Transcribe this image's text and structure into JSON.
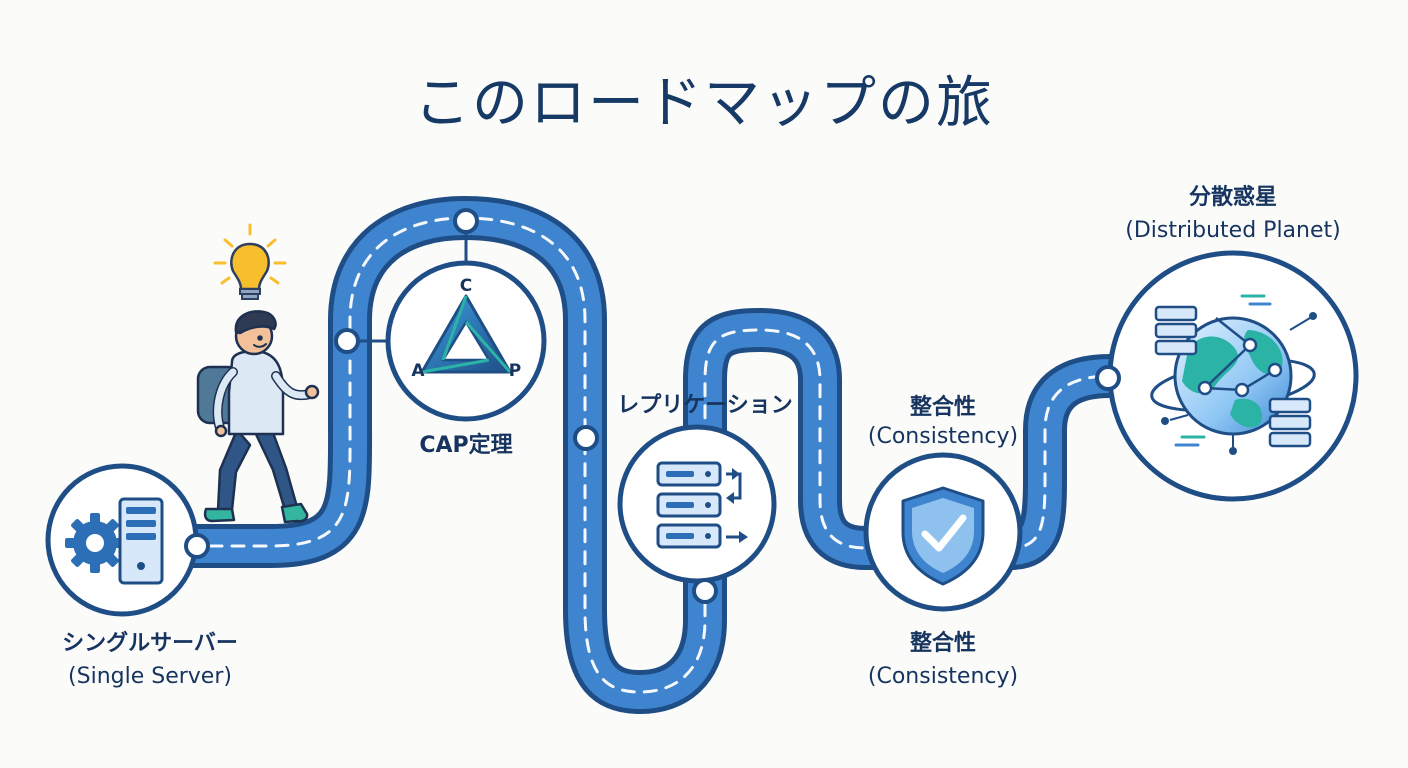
{
  "title": "このロードマップの旅",
  "stations": {
    "single_server": {
      "label_ja": "シングルサーバー",
      "label_en": "(Single Server)"
    },
    "cap": {
      "label": "CAP定理",
      "letter_c": "C",
      "letter_a": "A",
      "letter_p": "P"
    },
    "replication": {
      "label": "レプリケーション"
    },
    "consistency_top": {
      "label_ja": "整合性",
      "label_en": "(Consistency)"
    },
    "consistency_bottom": {
      "label_ja": "整合性",
      "label_en": "(Consistency)"
    },
    "distributed_planet": {
      "label_ja": "分散惑星",
      "label_en": "(Distributed Planet)"
    }
  },
  "colors": {
    "road_outline": "#1f4e87",
    "road_fill": "#3f84cf",
    "road_dash": "#f5f8fc",
    "circle_outline": "#1f4e87",
    "icon_blue": "#2d6fb7",
    "icon_light": "#d8e8fb",
    "teal": "#2bb3a6",
    "bulb": "#f6bf2b",
    "text": "#16345f"
  },
  "icons": [
    "gear-icon",
    "server-icon",
    "cap-triangle-icon",
    "replication-server-icon",
    "shield-check-icon",
    "globe-icon",
    "lightbulb-icon",
    "traveler-figure"
  ]
}
